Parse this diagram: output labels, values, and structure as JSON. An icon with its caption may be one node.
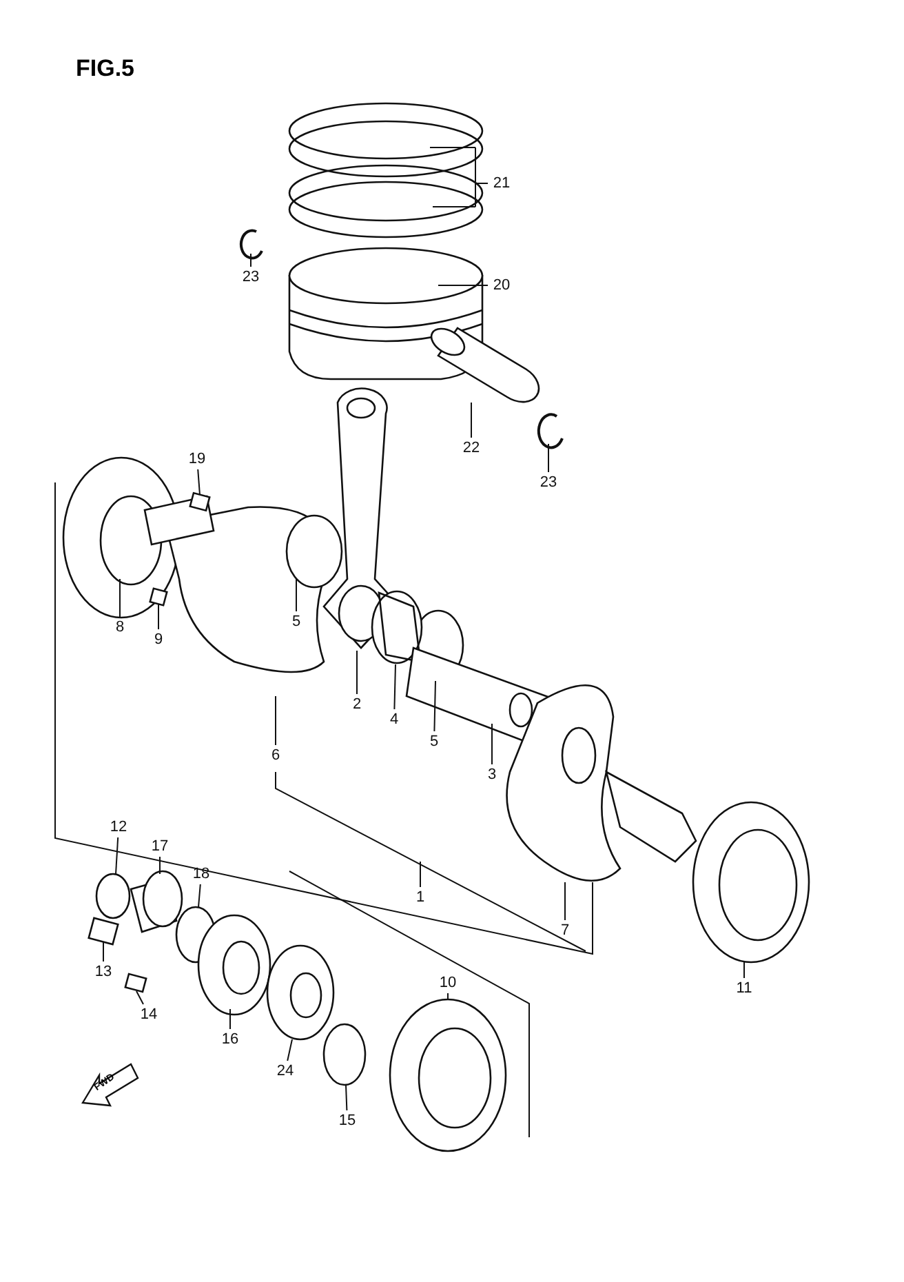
{
  "diagram": {
    "title": "FIG.5",
    "nodes": [
      {
        "text": [
          "21"
        ]
      },
      {
        "text": [
          "20"
        ]
      },
      {
        "text": [
          "23"
        ]
      },
      {
        "text": [
          "22"
        ]
      },
      {
        "text": [
          "23"
        ]
      },
      {
        "text": [
          "19"
        ]
      },
      {
        "text": [
          "8"
        ]
      },
      {
        "text": [
          "9"
        ]
      },
      {
        "text": [
          "5"
        ]
      },
      {
        "text": [
          "2"
        ]
      },
      {
        "text": [
          "4"
        ]
      },
      {
        "text": [
          "5"
        ]
      },
      {
        "text": [
          "3"
        ]
      },
      {
        "text": [
          "6"
        ]
      },
      {
        "text": [
          "1"
        ]
      },
      {
        "text": [
          "7"
        ]
      },
      {
        "text": [
          "11"
        ]
      },
      {
        "text": [
          "12"
        ]
      },
      {
        "text": [
          "17"
        ]
      },
      {
        "text": [
          "18"
        ]
      },
      {
        "text": [
          "13"
        ]
      },
      {
        "text": [
          "14"
        ]
      },
      {
        "text": [
          "16"
        ]
      },
      {
        "text": [
          "24"
        ]
      },
      {
        "text": [
          "15"
        ]
      },
      {
        "text": [
          "10"
        ]
      },
      {
        "text": [],
        "shape": "box"
      },
      {
        "text": [],
        "shape": "box"
      },
      {
        "text": [],
        "shape": "box"
      },
      {
        "text": [],
        "shape": "box"
      }
    ],
    "edges": [
      {
        "from": 0,
        "to": null,
        "arrow": "none"
      },
      {
        "from": 1,
        "to": null,
        "arrow": "none"
      },
      {
        "from": 2,
        "to": null,
        "arrow": "none"
      },
      {
        "from": 3,
        "to": null,
        "arrow": "none"
      },
      {
        "from": 4,
        "to": null,
        "arrow": "none"
      },
      {
        "from": 5,
        "to": 26,
        "arrow": "none"
      },
      {
        "from": 6,
        "to": null,
        "arrow": "none"
      },
      {
        "from": 7,
        "to": 27,
        "arrow": "none"
      },
      {
        "from": 8,
        "to": null,
        "arrow": "none"
      },
      {
        "from": 9,
        "to": null,
        "arrow": "none"
      },
      {
        "from": 10,
        "to": null,
        "arrow": "none"
      },
      {
        "from": 11,
        "to": null,
        "arrow": "none"
      },
      {
        "from": 12,
        "to": null,
        "arrow": "none"
      },
      {
        "from": 13,
        "to": null,
        "arrow": "none"
      },
      {
        "from": 14,
        "to": null,
        "arrow": "none"
      },
      {
        "from": 15,
        "to": null,
        "arrow": "none"
      },
      {
        "from": 16,
        "to": null,
        "arrow": "none"
      },
      {
        "from": 17,
        "to": null,
        "arrow": "none"
      },
      {
        "from": 18,
        "to": null,
        "arrow": "none"
      },
      {
        "from": 19,
        "to": null,
        "arrow": "none"
      },
      {
        "from": 20,
        "to": 28,
        "arrow": "none"
      },
      {
        "from": 21,
        "to": 29,
        "arrow": "none"
      },
      {
        "from": 22,
        "to": null,
        "arrow": "none"
      },
      {
        "from": 23,
        "to": null,
        "arrow": "none"
      },
      {
        "from": 24,
        "to": null,
        "arrow": "none"
      },
      {
        "from": 25,
        "to": null,
        "arrow": "none"
      }
    ],
    "labels": [
      "FWD"
    ]
  }
}
